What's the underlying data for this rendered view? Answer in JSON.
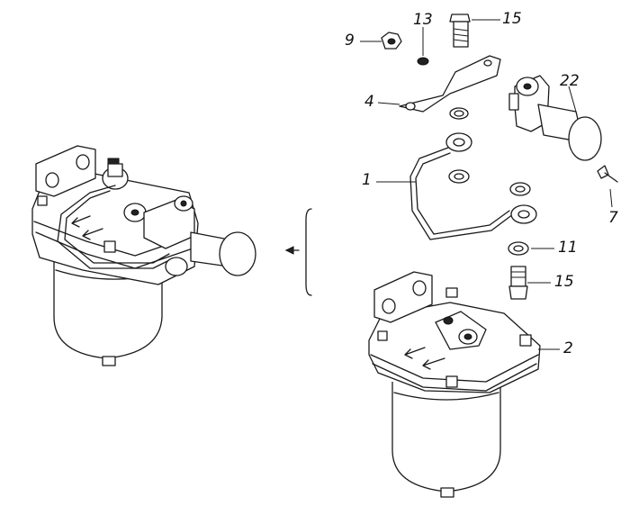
{
  "diagram": {
    "callouts": [
      {
        "id": "c9",
        "label": "9"
      },
      {
        "id": "c13",
        "label": "13"
      },
      {
        "id": "c15a",
        "label": "15"
      },
      {
        "id": "c4",
        "label": "4"
      },
      {
        "id": "c22",
        "label": "22"
      },
      {
        "id": "c1",
        "label": "1"
      },
      {
        "id": "c7",
        "label": "7"
      },
      {
        "id": "c11",
        "label": "11"
      },
      {
        "id": "c15b",
        "label": "15"
      },
      {
        "id": "c2",
        "label": "2"
      }
    ]
  }
}
